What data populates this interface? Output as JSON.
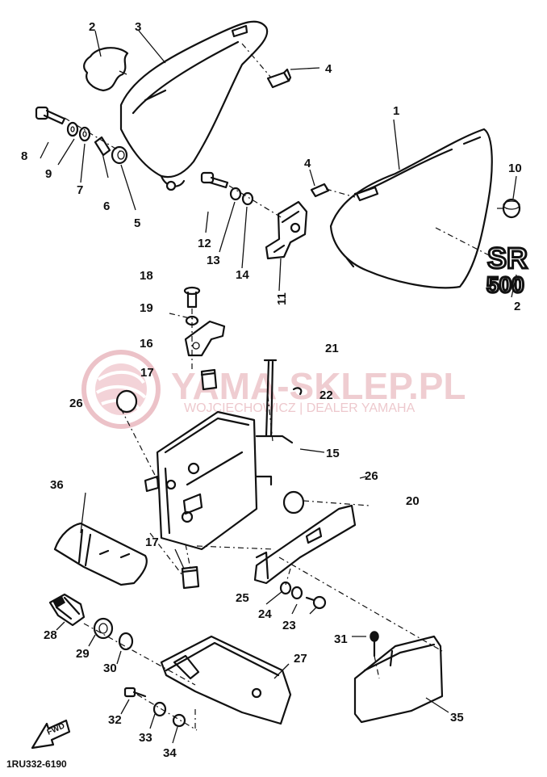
{
  "diagram": {
    "figure_code": "1RU332-6190",
    "watermark": {
      "brand": "YAMA-SKLEP.PL",
      "subtitle": "WOJCIECHOWICZ | DEALER YAMAHA"
    },
    "fwd_label": "FWD",
    "labels": {
      "p1": "1",
      "p2a": "2",
      "p2b": "2",
      "p3": "3",
      "p4a": "4",
      "p4b": "4",
      "p5": "5",
      "p6": "6",
      "p7": "7",
      "p8": "8",
      "p9": "9",
      "p10": "10",
      "p11": "11",
      "p12": "12",
      "p13": "13",
      "p14": "14",
      "p15": "15",
      "p16": "16",
      "p17a": "17",
      "p17b": "17",
      "p18": "18",
      "p19": "19",
      "p20": "20",
      "p21": "21",
      "p22": "22",
      "p23": "23",
      "p24": "24",
      "p25": "25",
      "p26a": "26",
      "p26b": "26",
      "p27": "27",
      "p28": "28",
      "p29": "29",
      "p30": "30",
      "p31": "31",
      "p32": "32",
      "p33": "33",
      "p34": "34",
      "p35": "35",
      "p36": "36"
    },
    "emblem": {
      "line1": "SR",
      "line2": "500"
    }
  }
}
